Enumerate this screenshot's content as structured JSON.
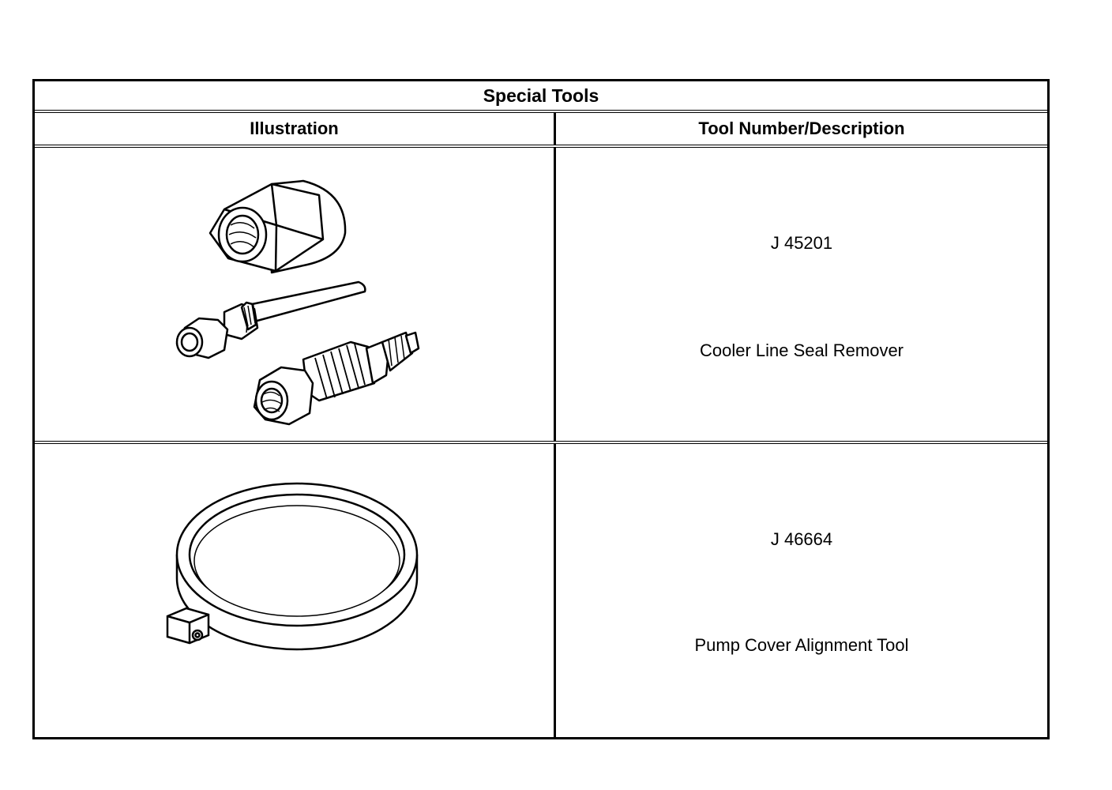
{
  "table": {
    "title": "Special Tools",
    "headers": {
      "illustration": "Illustration",
      "description": "Tool Number/Description"
    },
    "rows": [
      {
        "tool_number": "J 45201",
        "description": "Cooler Line Seal Remover",
        "illustration_icon": "cooler-line-seal-remover-illustration"
      },
      {
        "tool_number": "J 46664",
        "description": "Pump Cover Alignment Tool",
        "illustration_icon": "pump-cover-alignment-tool-illustration"
      }
    ]
  }
}
